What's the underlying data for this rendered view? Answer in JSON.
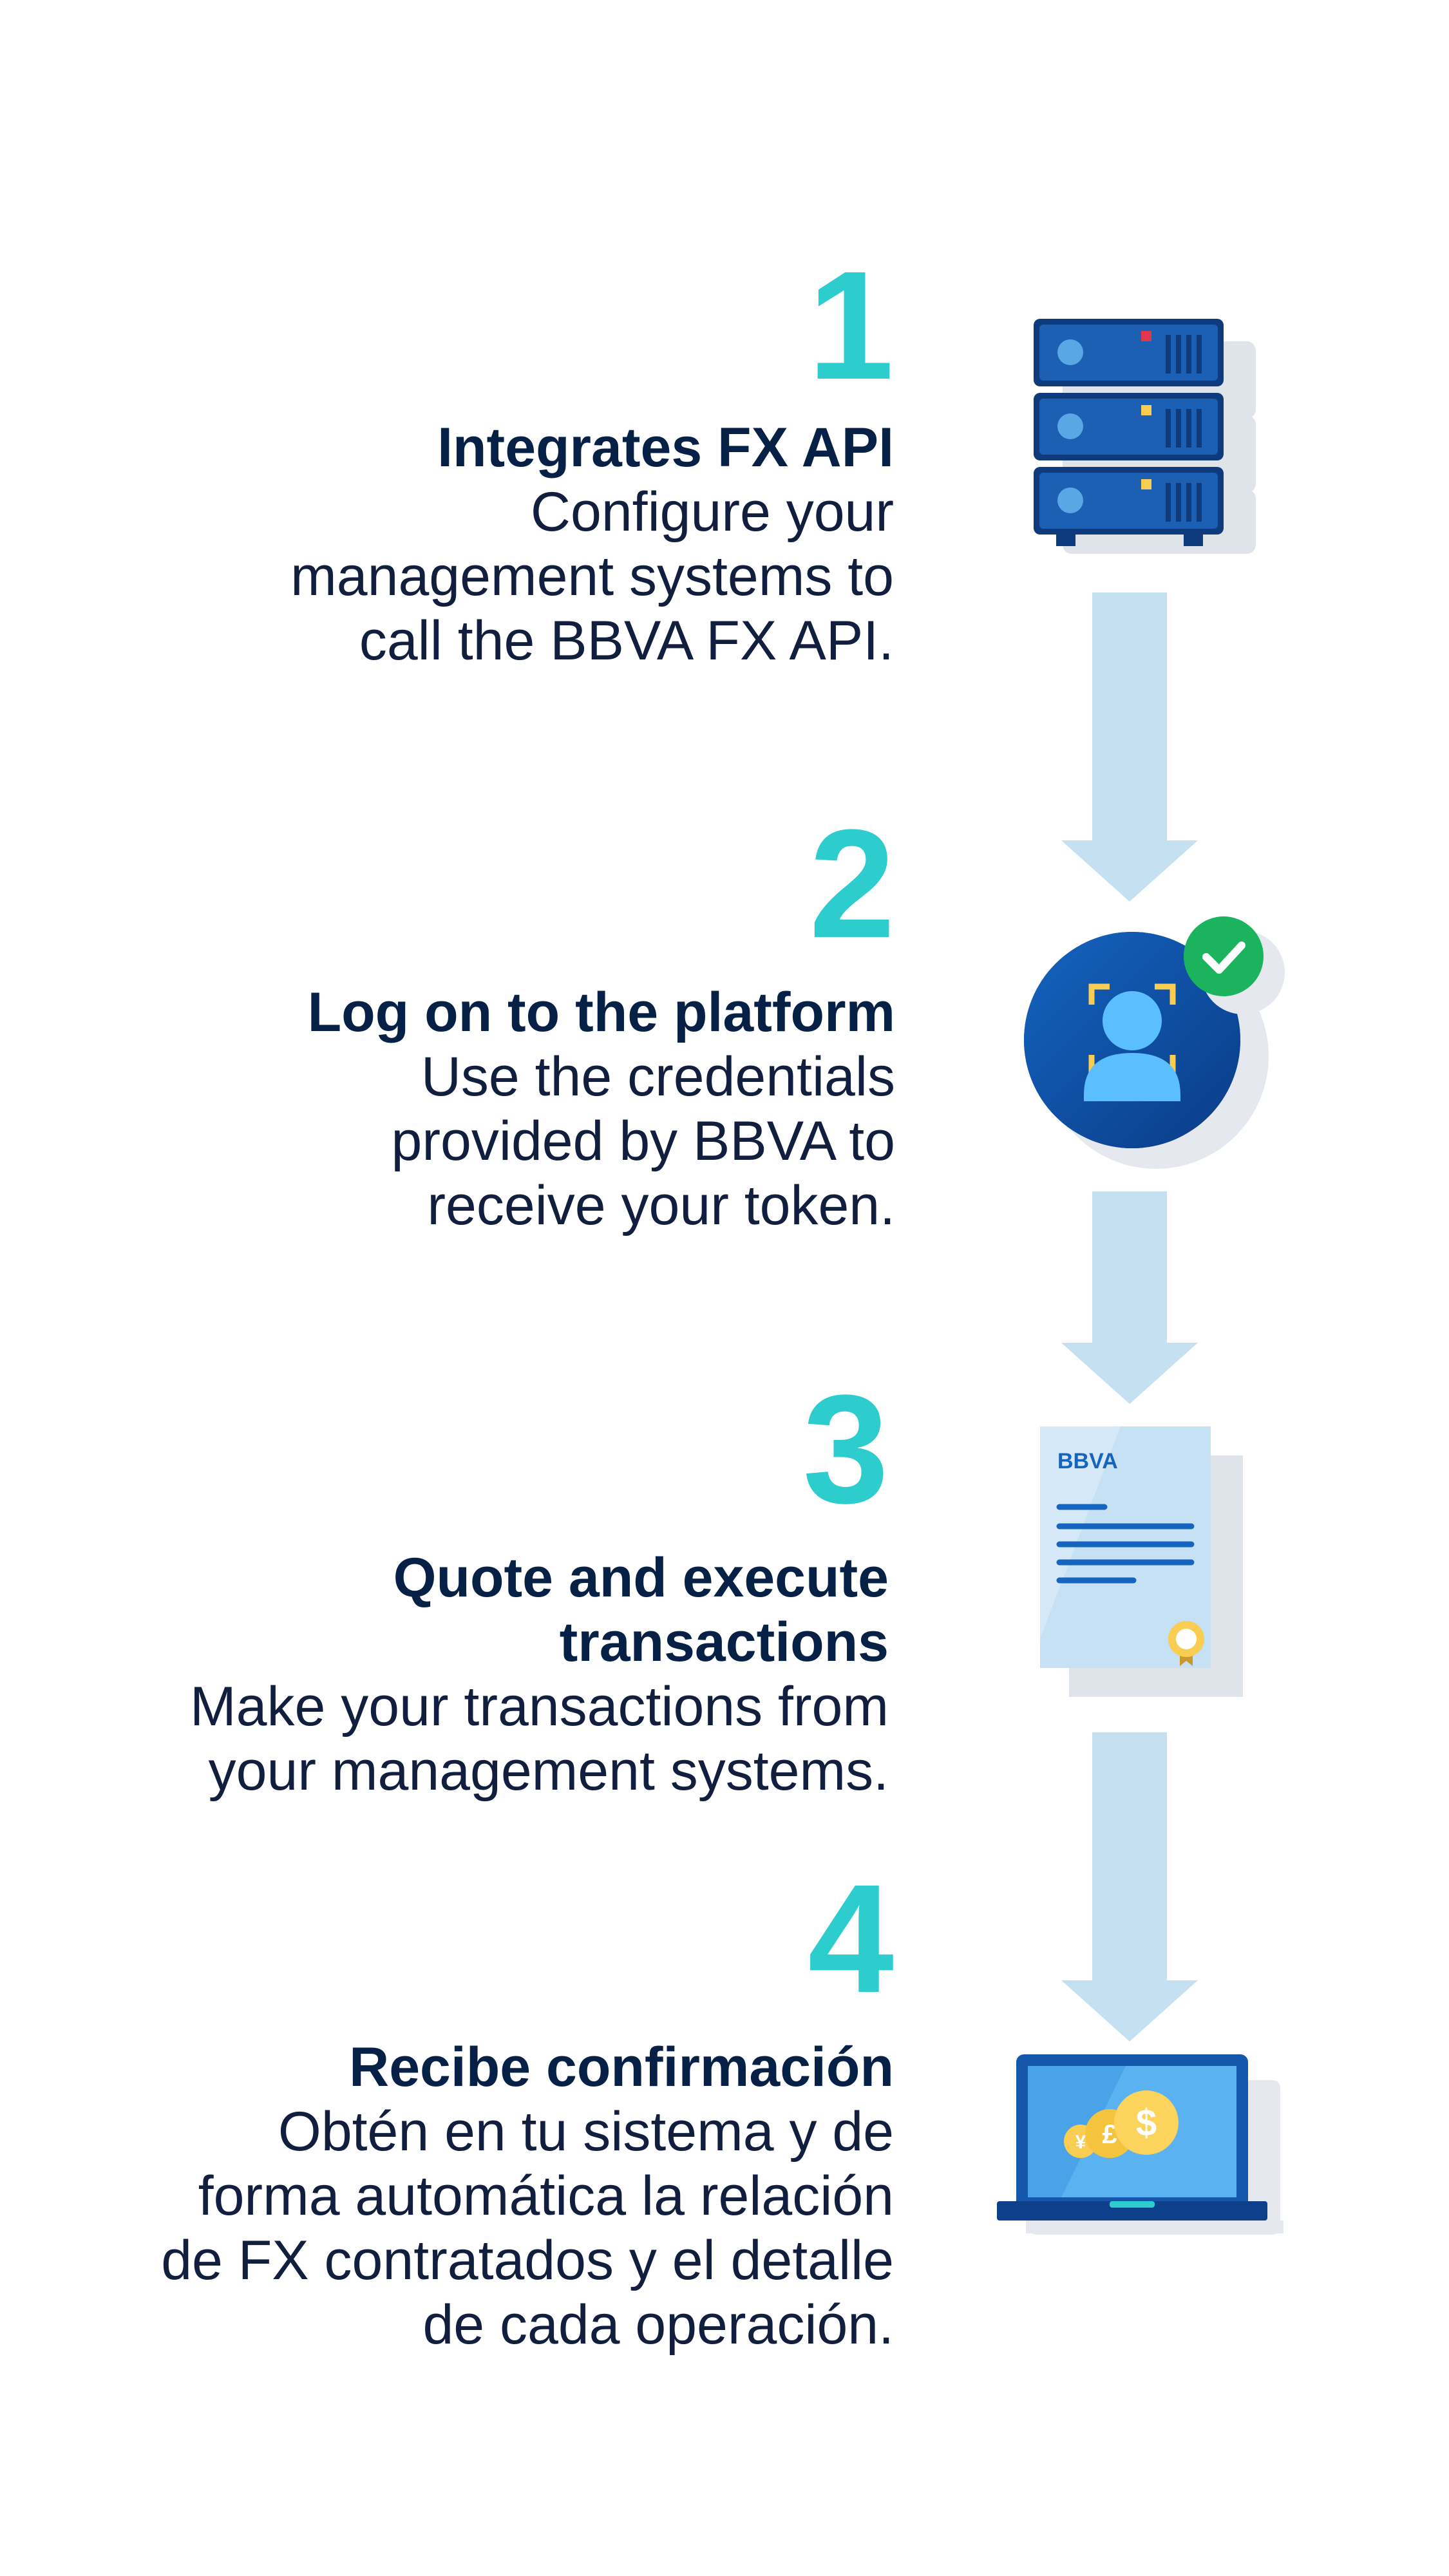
{
  "steps": [
    {
      "number": "1",
      "title": "Integrates FX API",
      "description_lines": [
        "Configure your",
        "management systems to",
        "call the BBVA FX API."
      ],
      "icon": "server-stack-icon"
    },
    {
      "number": "2",
      "title": "Log on to the platform",
      "description_lines": [
        "Use the credentials",
        "provided by BBVA to",
        "receive your token."
      ],
      "icon": "user-verified-icon"
    },
    {
      "number": "3",
      "title_lines": [
        "Quote and execute",
        "transactions"
      ],
      "description_lines": [
        "Make your transactions from",
        "your management systems."
      ],
      "icon": "document-certificate-icon"
    },
    {
      "number": "4",
      "title": "Recibe confirmación",
      "description_lines": [
        "Obtén en tu sistema y de",
        "forma automática la relación",
        "de FX contratados y el detalle",
        "de cada operación."
      ],
      "icon": "laptop-coins-icon"
    }
  ],
  "document_logo_text": "BBVA",
  "colors": {
    "accent_teal": "#2dcccd",
    "navy": "#072146",
    "arrow_blue": "#c5e0f1",
    "server_blue": "#1d5fb3",
    "check_green": "#1cb35e"
  }
}
